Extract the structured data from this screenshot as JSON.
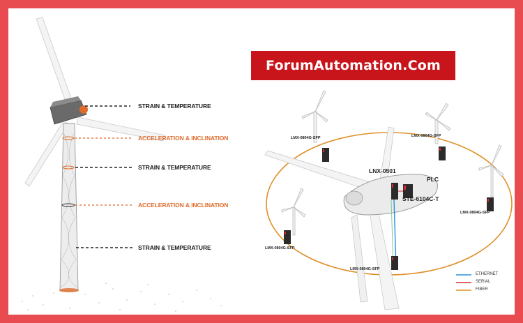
{
  "brand": "ForumAutomation.Com",
  "tower_labels": {
    "strain_1": "STRAIN & TEMPERATURE",
    "accel_1": "ACCELERATION & INCLINATION",
    "strain_2": "STRAIN & TEMPERATURE",
    "accel_2": "ACCELERATION & INCLINATION",
    "strain_3": "STRAIN & TEMPERATURE"
  },
  "network": {
    "switch_top_left": "LMX-0804G-SFP",
    "switch_top_right": "LMX-0804G-SFP",
    "switch_right": "LMX-0804G-SFP",
    "switch_left": "LMX-0804G-SFP",
    "switch_bottom": "LMX-0804G-SFP",
    "hub_device": "LNX-0501",
    "plc": "PLC",
    "serial_device": "STE-6104C-T"
  },
  "legend": {
    "ethernet": "ETHERNET",
    "serial": "SERIAL",
    "fiber": "FIBER"
  },
  "colors": {
    "frame": "#e84b50",
    "brand_bg": "#c8141b",
    "label_orange": "#e06b2b",
    "ethernet": "#2a8fd8",
    "serial": "#d9282f",
    "fiber": "#e0902a"
  }
}
